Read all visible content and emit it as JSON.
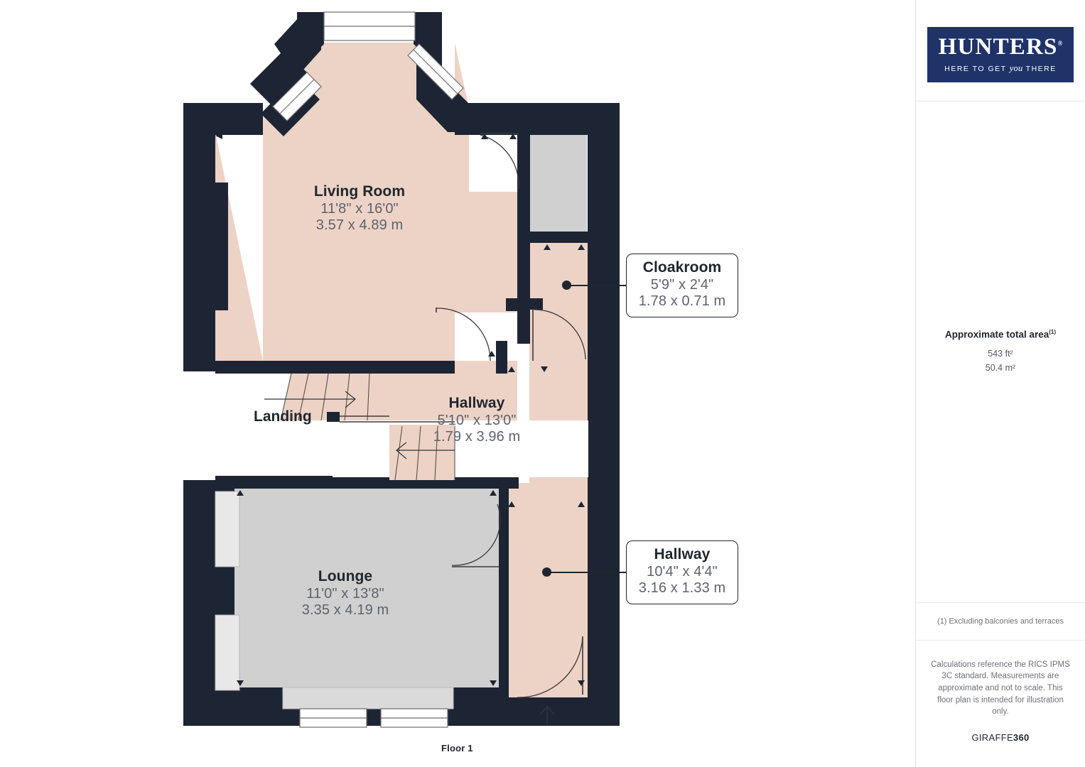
{
  "floorplan": {
    "caption": "Floor 1",
    "colors": {
      "wall": "#1d2534",
      "room_primary": "#EDD3C6",
      "room_secondary": "#D0D0D0",
      "text_dark": "#20262f",
      "text_muted": "#5c6370",
      "brand_navy": "#1f3369"
    },
    "rooms": [
      {
        "name": "Living Room",
        "dims_imperial": "11'8\" x 16'0\"",
        "dims_metric": "3.57 x 4.89 m"
      },
      {
        "name": "Hallway",
        "dims_imperial": "5'10\" x 13'0\"",
        "dims_metric": "1.79 x 3.96 m"
      },
      {
        "name": "Lounge",
        "dims_imperial": "11'0\" x 13'8\"",
        "dims_metric": "3.35 x 4.19 m"
      }
    ],
    "landing_label": "Landing",
    "callouts": [
      {
        "name": "Cloakroom",
        "dims_imperial": "5'9\" x 2'4\"",
        "dims_metric": "1.78 x 0.71 m"
      },
      {
        "name": "Hallway",
        "dims_imperial": "10'4\" x 4'4\"",
        "dims_metric": "3.16 x 1.33 m"
      }
    ]
  },
  "sidebar": {
    "logo": {
      "name": "HUNTERS",
      "registered": "®",
      "tagline_pre": "HERE TO GET ",
      "tagline_italic": "you",
      "tagline_post": " THERE"
    },
    "area": {
      "title": "Approximate total area",
      "footnote_marker": "(1)",
      "value_sqft": "543 ft²",
      "value_sqm": "50.4 m²"
    },
    "note": "(1) Excluding balconies and terraces",
    "disclaimer": "Calculations reference the RICS IPMS 3C standard. Measurements are approximate and not to scale. This floor plan is intended for illustration only.",
    "brand_prefix": "GIRAFFE",
    "brand_suffix": "360"
  }
}
